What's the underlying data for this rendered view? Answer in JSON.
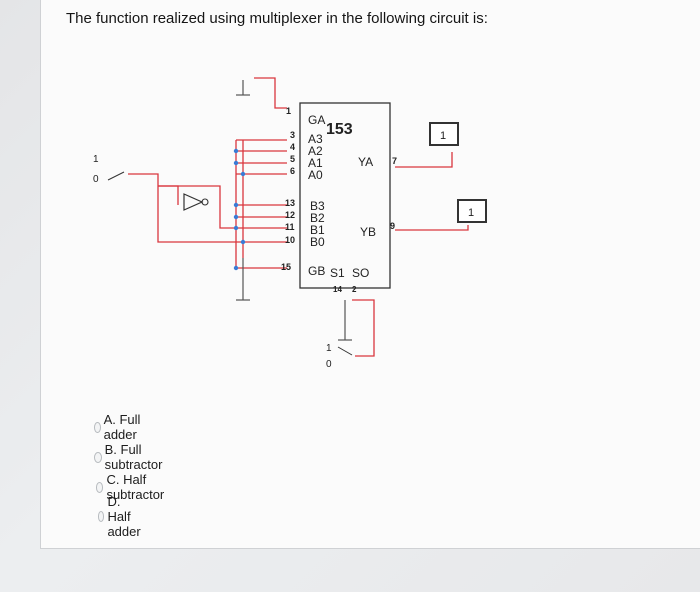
{
  "question": "The function realized using multiplexer in the following circuit is:",
  "circuit": {
    "chip_number": "153",
    "pins_left_top": [
      "GA",
      "A3",
      "A2",
      "A1",
      "A0"
    ],
    "pins_left_bottom": [
      "B3",
      "B2",
      "B1",
      "B0"
    ],
    "enable_b": "GB",
    "select_labels": [
      "S1",
      "SO"
    ],
    "outputs": [
      "YA",
      "YB"
    ],
    "pin_numbers_top": [
      "1",
      "3",
      "4",
      "5",
      "6"
    ],
    "pin_numbers_bottom": [
      "13",
      "12",
      "11",
      "10",
      "15"
    ],
    "output_pin_numbers": [
      "7",
      "9"
    ],
    "select_pin_numbers": [
      "14",
      "2"
    ],
    "probe_values": [
      "1",
      "1"
    ],
    "switch_labels": [
      "1",
      "0"
    ]
  },
  "options": [
    {
      "label": "A. Full adder"
    },
    {
      "label": "B. Full subtractor"
    },
    {
      "label": "C. Half subtractor"
    },
    {
      "label": "D. Half adder"
    }
  ],
  "colors": {
    "wire": "#d9363e",
    "chip_border": "#333333",
    "ground": "#555555"
  }
}
